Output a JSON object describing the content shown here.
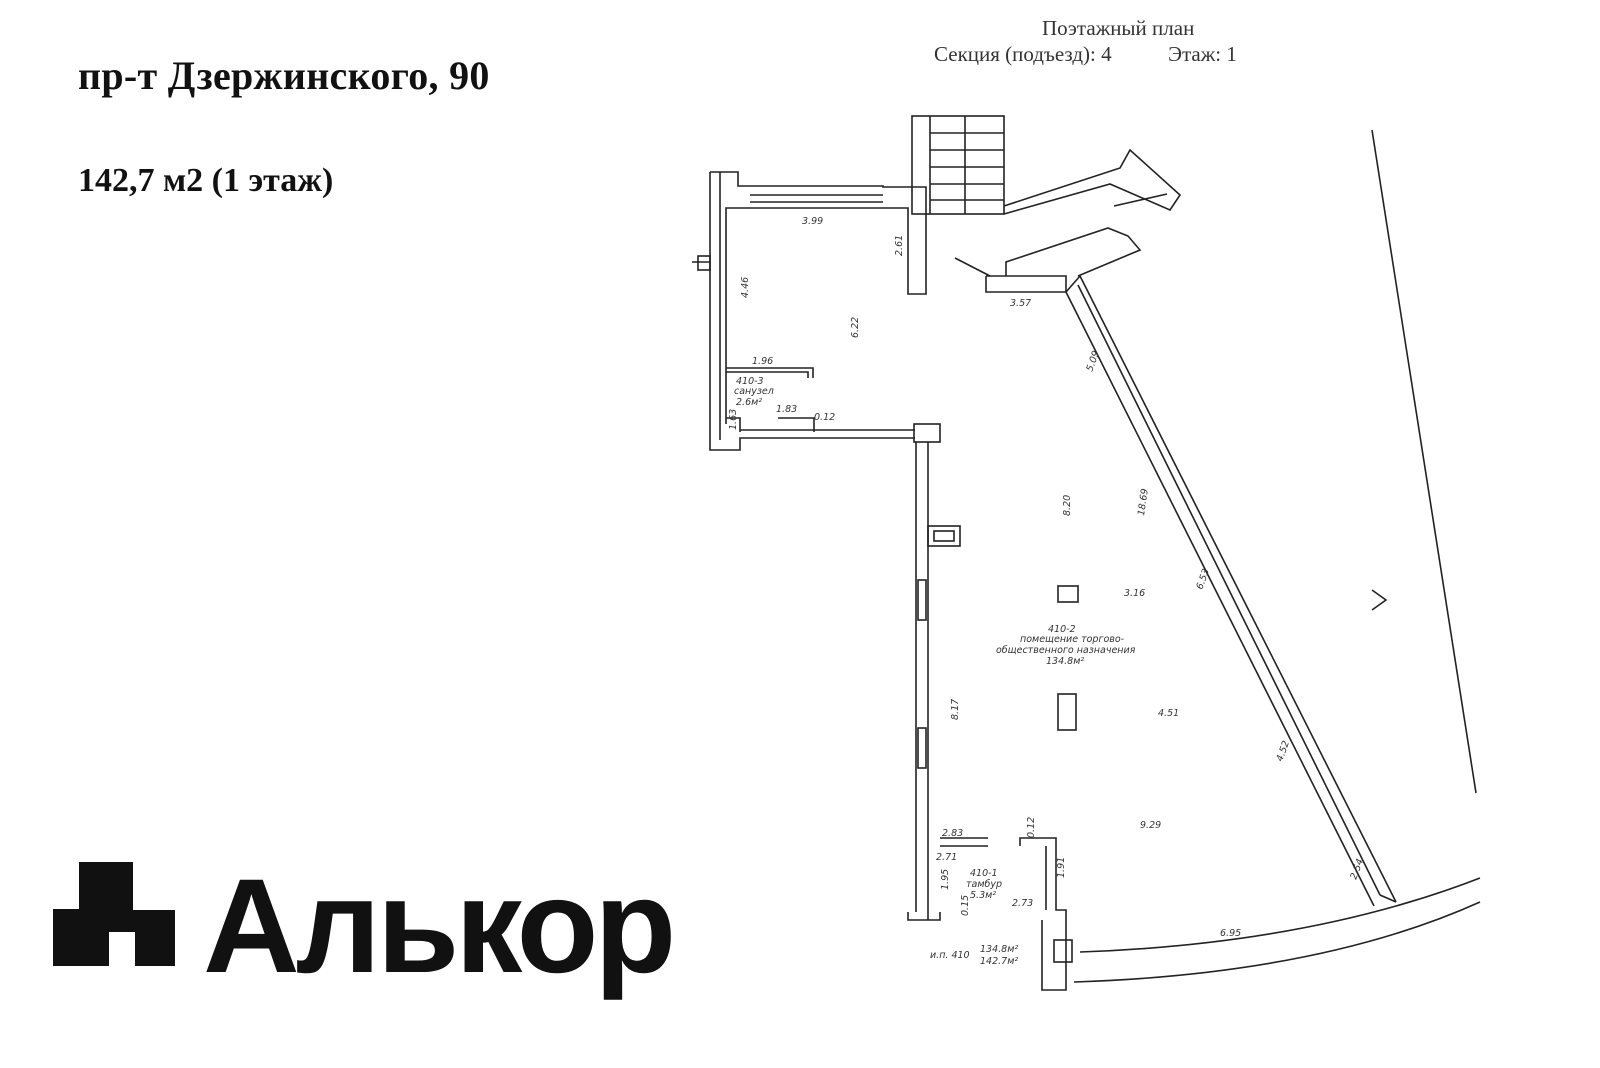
{
  "header": {
    "address": "пр-т Дзержинского, 90",
    "area": "142,7 м2 (1 этаж)"
  },
  "brand": {
    "name": "Алькор",
    "logo_icon": "alkor-logo-icon"
  },
  "plan": {
    "title": "Поэтажный план",
    "section_label": "Секция (подъезд): 4",
    "floor_label": "Этаж: 1",
    "dimensions": {
      "d399": "3.99",
      "d261": "2.61",
      "d446": "4.46",
      "d622": "6.22",
      "d196": "1.96",
      "d163": "1.63",
      "d183": "1.83",
      "d012a": "0.12",
      "d357": "3.57",
      "d509": "5.09",
      "d820": "8.20",
      "d1869": "18.69",
      "d316": "3.16",
      "d653": "6.53",
      "d451": "4.51",
      "d817": "8.17",
      "d452": "4.52",
      "d929": "9.29",
      "d283": "2.83",
      "d012b": "0.12",
      "d271": "2.71",
      "d191": "1.91",
      "d195": "1.95",
      "d273": "2.73",
      "d015": "0.15",
      "d254": "2.54",
      "d695": "6.95"
    },
    "rooms": {
      "wc_id": "410-3",
      "wc_name": "санузел",
      "wc_area": "2.6м²",
      "main_id": "410-2",
      "main_name_1": "помещение торгово-",
      "main_name_2": "общественного назначения",
      "main_area": "134.8м²",
      "vest_id": "410-1",
      "vest_name": "тамбур",
      "vest_area": "5.3м²",
      "total_label": "и.п. 410",
      "total_1": "134.8м²",
      "total_2": "142.7м²"
    }
  }
}
